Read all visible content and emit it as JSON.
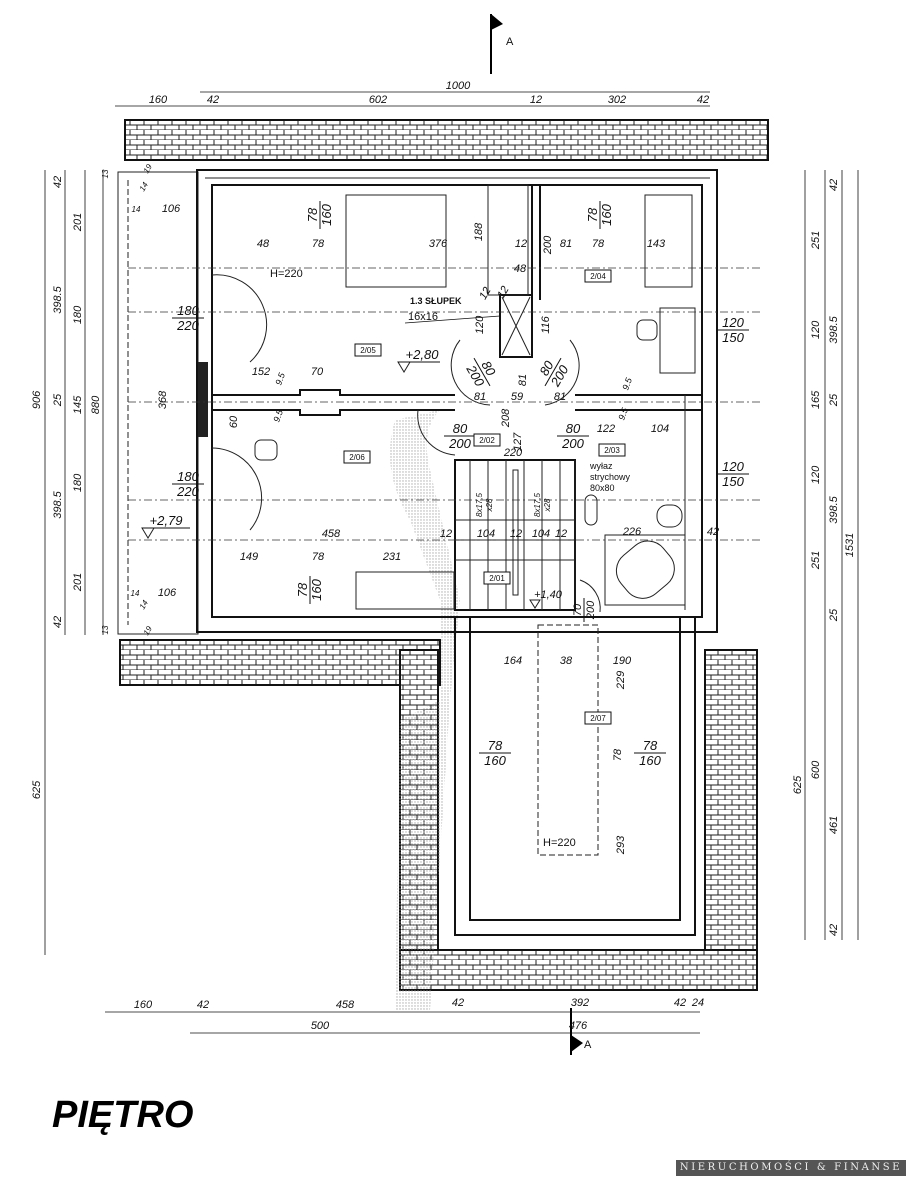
{
  "title": "PIĘTRO",
  "watermark": "NIERUCHOMOŚCI & FINANSE",
  "section_marker": "A",
  "dimensions": {
    "top_total": "1000",
    "top": [
      "160",
      "42",
      "602",
      "12",
      "302",
      "42"
    ],
    "bottom": [
      "160",
      "42",
      "458",
      "42",
      "392",
      "42",
      "24"
    ],
    "bottom_total_left": "500",
    "bottom_total_right": "476",
    "left_outer": [
      "906",
      "625"
    ],
    "left_mid": [
      "42",
      "398.5",
      "25",
      "398.5",
      "42"
    ],
    "left_inner": [
      "201",
      "180",
      "145",
      "180",
      "201"
    ],
    "left_880": "880",
    "left_small": [
      "13",
      "19",
      "14",
      "14",
      "19",
      "13"
    ],
    "right_outer": [
      "1531",
      "625"
    ],
    "right_mid": [
      "42",
      "398.5",
      "25",
      "398.5",
      "25",
      "461",
      "42"
    ],
    "right_inner": [
      "251",
      "120",
      "165",
      "120",
      "251",
      "600"
    ],
    "interior": [
      "106",
      "14",
      "106",
      "14",
      "368",
      "48",
      "78",
      "376",
      "188",
      "12",
      "200",
      "81",
      "78",
      "143",
      "48",
      "12",
      "120",
      "116",
      "12",
      "152",
      "70",
      "81",
      "81",
      "59",
      "81",
      "9.5",
      "9.5",
      "9.5",
      "9.5",
      "60",
      "122",
      "104",
      "208",
      "127",
      "220",
      "458",
      "12",
      "104",
      "12",
      "104",
      "12",
      "226",
      "42",
      "149",
      "78",
      "231",
      "164",
      "38",
      "190",
      "229",
      "293",
      "78"
    ]
  },
  "openings": {
    "windows": [
      {
        "w": "78",
        "h": "160"
      },
      {
        "w": "78",
        "h": "160"
      },
      {
        "w": "78",
        "h": "160"
      },
      {
        "w": "78",
        "h": "160"
      },
      {
        "w": "78",
        "h": "160"
      },
      {
        "w": "120",
        "h": "150"
      },
      {
        "w": "120",
        "h": "150"
      }
    ],
    "doors": [
      {
        "w": "180",
        "h": "220"
      },
      {
        "w": "180",
        "h": "220"
      },
      {
        "w": "80",
        "h": "200"
      },
      {
        "w": "80",
        "h": "200"
      },
      {
        "w": "80",
        "h": "200"
      },
      {
        "w": "80",
        "h": "200"
      },
      {
        "w": "70",
        "h": "200"
      }
    ]
  },
  "rooms": [
    "2/01",
    "2/02",
    "2/03",
    "2/04",
    "2/05",
    "2/06",
    "2/07"
  ],
  "levels": [
    "+2,80",
    "+2,79",
    "+1,40"
  ],
  "notes": {
    "height_1": "H=220",
    "height_2": "H=220",
    "column": "1.3 SŁUPEK",
    "column_size": "16x16",
    "hatch": "wyłaz",
    "hatch_2": "strychowy",
    "hatch_size": "80x80",
    "stairs_1": "8x17,5",
    "stairs_1b": "x28",
    "stairs_2": "8x17,5",
    "stairs_2b": "x28"
  },
  "colors": {
    "ink": "#111111",
    "watermark_bg": "#555555",
    "shade": "#bbbbbb"
  }
}
